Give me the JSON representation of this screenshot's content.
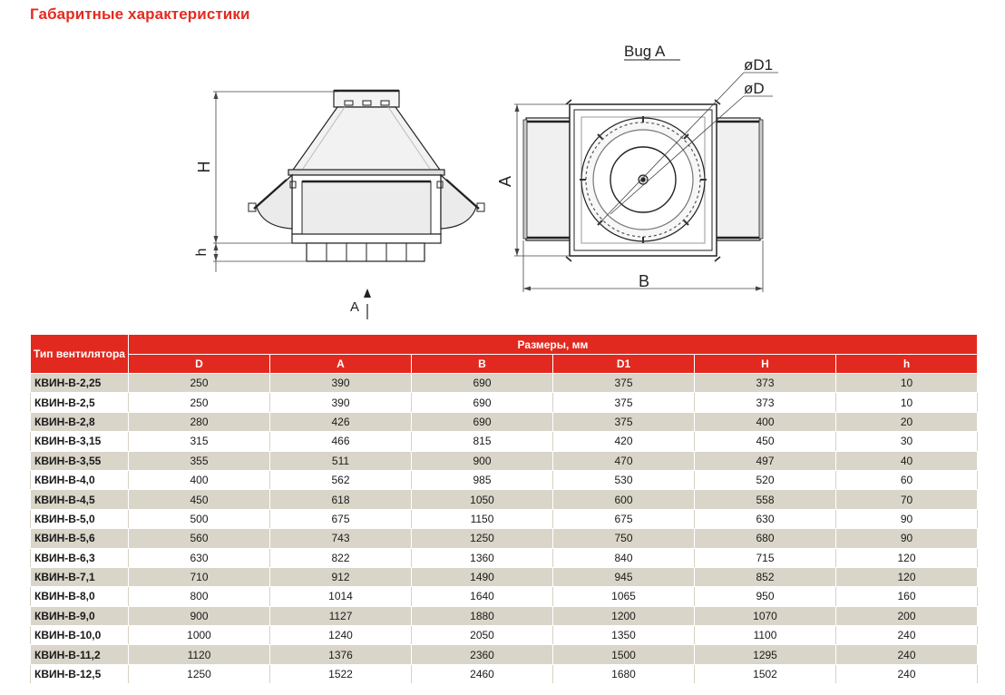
{
  "title": "Габаритные характеристики",
  "drawing": {
    "view_label": "Bug A",
    "label_D1": "øD1",
    "label_D": "øD",
    "label_H": "H",
    "label_h": "h",
    "label_A_side": "A",
    "label_A_arrow": "A",
    "label_B": "B"
  },
  "table": {
    "type_header": "Тип вентилятора",
    "group_header": "Размеры, мм",
    "columns": [
      "D",
      "A",
      "B",
      "D1",
      "H",
      "h"
    ],
    "rows": [
      {
        "model": "КВИН-В-2,25",
        "values": [
          "250",
          "390",
          "690",
          "375",
          "373",
          "10"
        ]
      },
      {
        "model": "КВИН-В-2,5",
        "values": [
          "250",
          "390",
          "690",
          "375",
          "373",
          "10"
        ]
      },
      {
        "model": "КВИН-В-2,8",
        "values": [
          "280",
          "426",
          "690",
          "375",
          "400",
          "20"
        ]
      },
      {
        "model": "КВИН-В-3,15",
        "values": [
          "315",
          "466",
          "815",
          "420",
          "450",
          "30"
        ]
      },
      {
        "model": "КВИН-В-3,55",
        "values": [
          "355",
          "511",
          "900",
          "470",
          "497",
          "40"
        ]
      },
      {
        "model": "КВИН-В-4,0",
        "values": [
          "400",
          "562",
          "985",
          "530",
          "520",
          "60"
        ]
      },
      {
        "model": "КВИН-В-4,5",
        "values": [
          "450",
          "618",
          "1050",
          "600",
          "558",
          "70"
        ]
      },
      {
        "model": "КВИН-В-5,0",
        "values": [
          "500",
          "675",
          "1150",
          "675",
          "630",
          "90"
        ]
      },
      {
        "model": "КВИН-В-5,6",
        "values": [
          "560",
          "743",
          "1250",
          "750",
          "680",
          "90"
        ]
      },
      {
        "model": "КВИН-В-6,3",
        "values": [
          "630",
          "822",
          "1360",
          "840",
          "715",
          "120"
        ]
      },
      {
        "model": "КВИН-В-7,1",
        "values": [
          "710",
          "912",
          "1490",
          "945",
          "852",
          "120"
        ]
      },
      {
        "model": "КВИН-В-8,0",
        "values": [
          "800",
          "1014",
          "1640",
          "1065",
          "950",
          "160"
        ]
      },
      {
        "model": "КВИН-В-9,0",
        "values": [
          "900",
          "1127",
          "1880",
          "1200",
          "1070",
          "200"
        ]
      },
      {
        "model": "КВИН-В-10,0",
        "values": [
          "1000",
          "1240",
          "2050",
          "1350",
          "1100",
          "240"
        ]
      },
      {
        "model": "КВИН-В-11,2",
        "values": [
          "1120",
          "1376",
          "2360",
          "1500",
          "1295",
          "240"
        ]
      },
      {
        "model": "КВИН-В-12,5",
        "values": [
          "1250",
          "1522",
          "2460",
          "1680",
          "1502",
          "240"
        ]
      }
    ]
  }
}
